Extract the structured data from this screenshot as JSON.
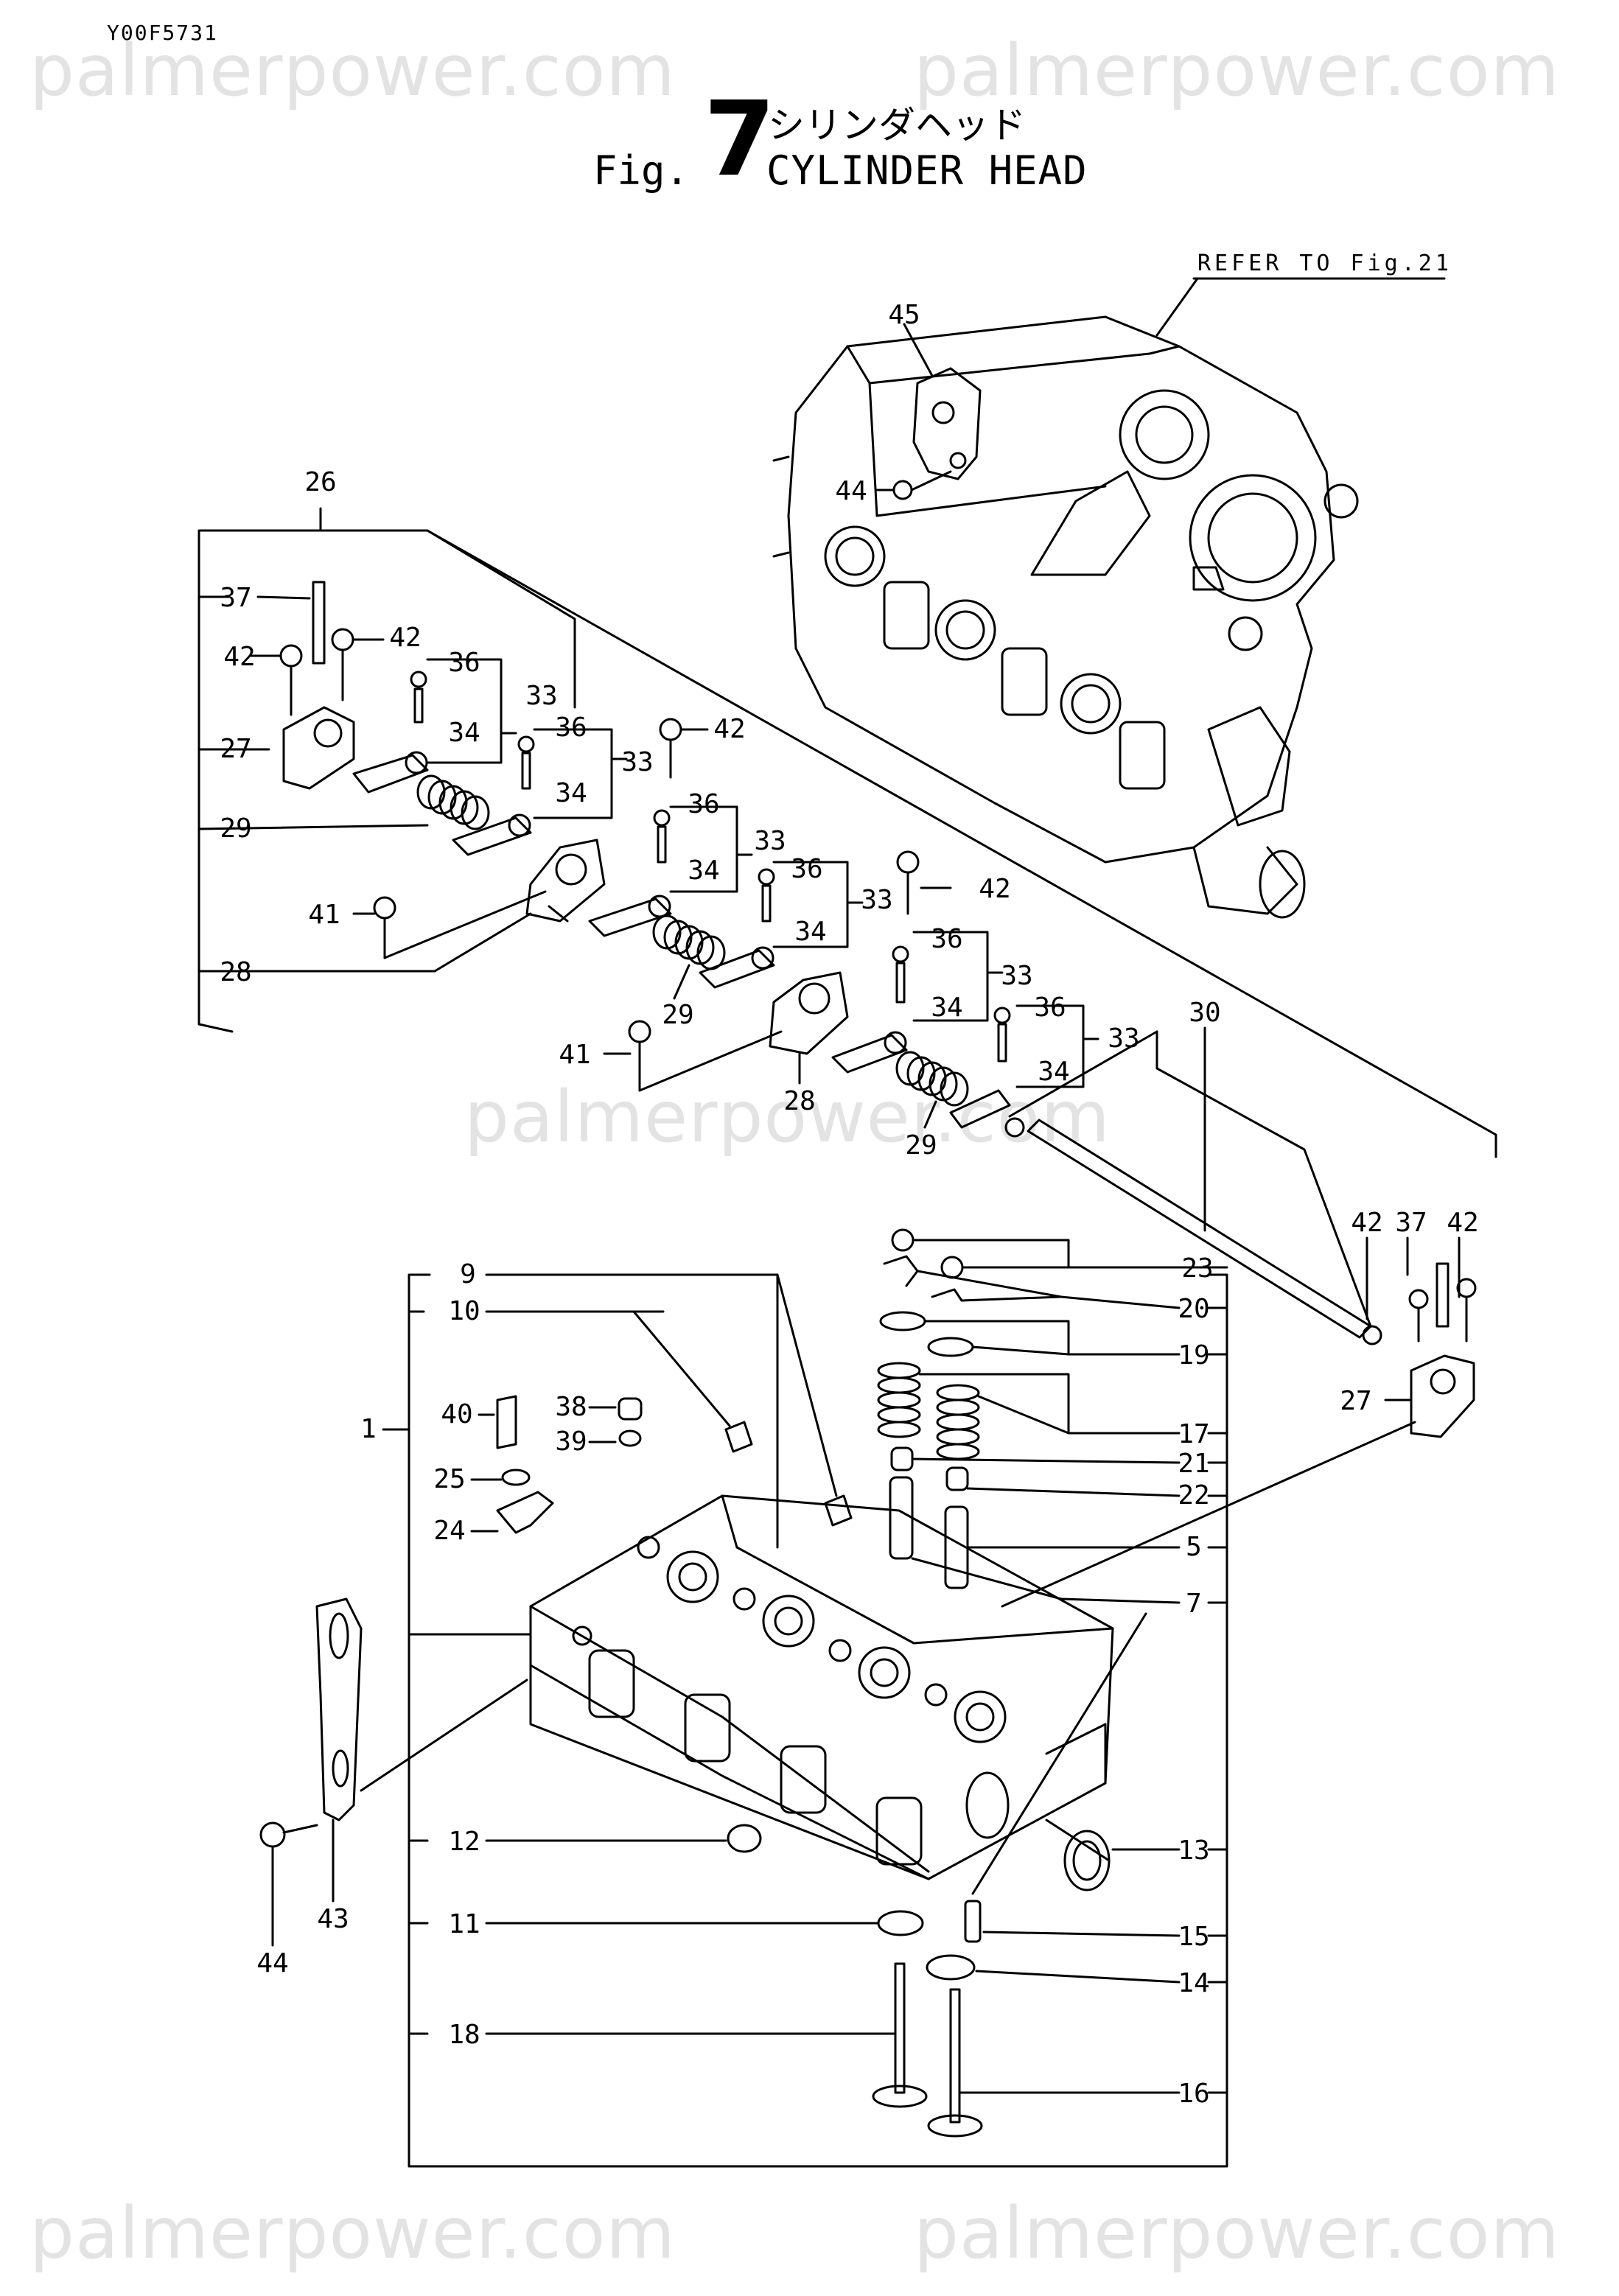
{
  "document_code": "Y00F5731",
  "watermark": "palmerpower.com",
  "figure": {
    "prefix": "Fig.",
    "number": "7",
    "title_jp": "シリンダヘッド",
    "title_en": "CYLINDER HEAD"
  },
  "reference_note": "REFER TO Fig.21",
  "callouts": [
    {
      "id": "c45",
      "text": "45"
    },
    {
      "id": "c44a",
      "text": "44"
    },
    {
      "id": "c26",
      "text": "26"
    },
    {
      "id": "c37a",
      "text": "37"
    },
    {
      "id": "c42a",
      "text": "42"
    },
    {
      "id": "c42b",
      "text": "42"
    },
    {
      "id": "c36a",
      "text": "36"
    },
    {
      "id": "c33a",
      "text": "33"
    },
    {
      "id": "c34a",
      "text": "34"
    },
    {
      "id": "c27a",
      "text": "27"
    },
    {
      "id": "c36b",
      "text": "36"
    },
    {
      "id": "c42c",
      "text": "42"
    },
    {
      "id": "c33b",
      "text": "33"
    },
    {
      "id": "c34b",
      "text": "34"
    },
    {
      "id": "c29a",
      "text": "29"
    },
    {
      "id": "c36c",
      "text": "36"
    },
    {
      "id": "c33c",
      "text": "33"
    },
    {
      "id": "c34c",
      "text": "34"
    },
    {
      "id": "c41a",
      "text": "41"
    },
    {
      "id": "c36d",
      "text": "36"
    },
    {
      "id": "c42d",
      "text": "42"
    },
    {
      "id": "c33d",
      "text": "33"
    },
    {
      "id": "c34d",
      "text": "34"
    },
    {
      "id": "c28a",
      "text": "28"
    },
    {
      "id": "c36e",
      "text": "36"
    },
    {
      "id": "c33e",
      "text": "33"
    },
    {
      "id": "c29b",
      "text": "29"
    },
    {
      "id": "c34e",
      "text": "34"
    },
    {
      "id": "c30",
      "text": "30"
    },
    {
      "id": "c41b",
      "text": "41"
    },
    {
      "id": "c36f",
      "text": "36"
    },
    {
      "id": "c33f",
      "text": "33"
    },
    {
      "id": "c34f",
      "text": "34"
    },
    {
      "id": "c28b",
      "text": "28"
    },
    {
      "id": "c29c",
      "text": "29"
    },
    {
      "id": "c42e",
      "text": "42"
    },
    {
      "id": "c37b",
      "text": "37"
    },
    {
      "id": "c42f",
      "text": "42"
    },
    {
      "id": "c9",
      "text": "9"
    },
    {
      "id": "c23",
      "text": "23"
    },
    {
      "id": "c10",
      "text": "10"
    },
    {
      "id": "c20",
      "text": "20"
    },
    {
      "id": "c19",
      "text": "19"
    },
    {
      "id": "c27b",
      "text": "27"
    },
    {
      "id": "c40",
      "text": "40"
    },
    {
      "id": "c38",
      "text": "38"
    },
    {
      "id": "c1",
      "text": "1"
    },
    {
      "id": "c39",
      "text": "39"
    },
    {
      "id": "c17",
      "text": "17"
    },
    {
      "id": "c21",
      "text": "21"
    },
    {
      "id": "c25",
      "text": "25"
    },
    {
      "id": "c22",
      "text": "22"
    },
    {
      "id": "c24",
      "text": "24"
    },
    {
      "id": "c5",
      "text": "5"
    },
    {
      "id": "c7",
      "text": "7"
    },
    {
      "id": "c12",
      "text": "12"
    },
    {
      "id": "c13",
      "text": "13"
    },
    {
      "id": "c11",
      "text": "11"
    },
    {
      "id": "c15",
      "text": "15"
    },
    {
      "id": "c43",
      "text": "43"
    },
    {
      "id": "c14",
      "text": "14"
    },
    {
      "id": "c44b",
      "text": "44"
    },
    {
      "id": "c18",
      "text": "18"
    },
    {
      "id": "c16",
      "text": "16"
    }
  ]
}
